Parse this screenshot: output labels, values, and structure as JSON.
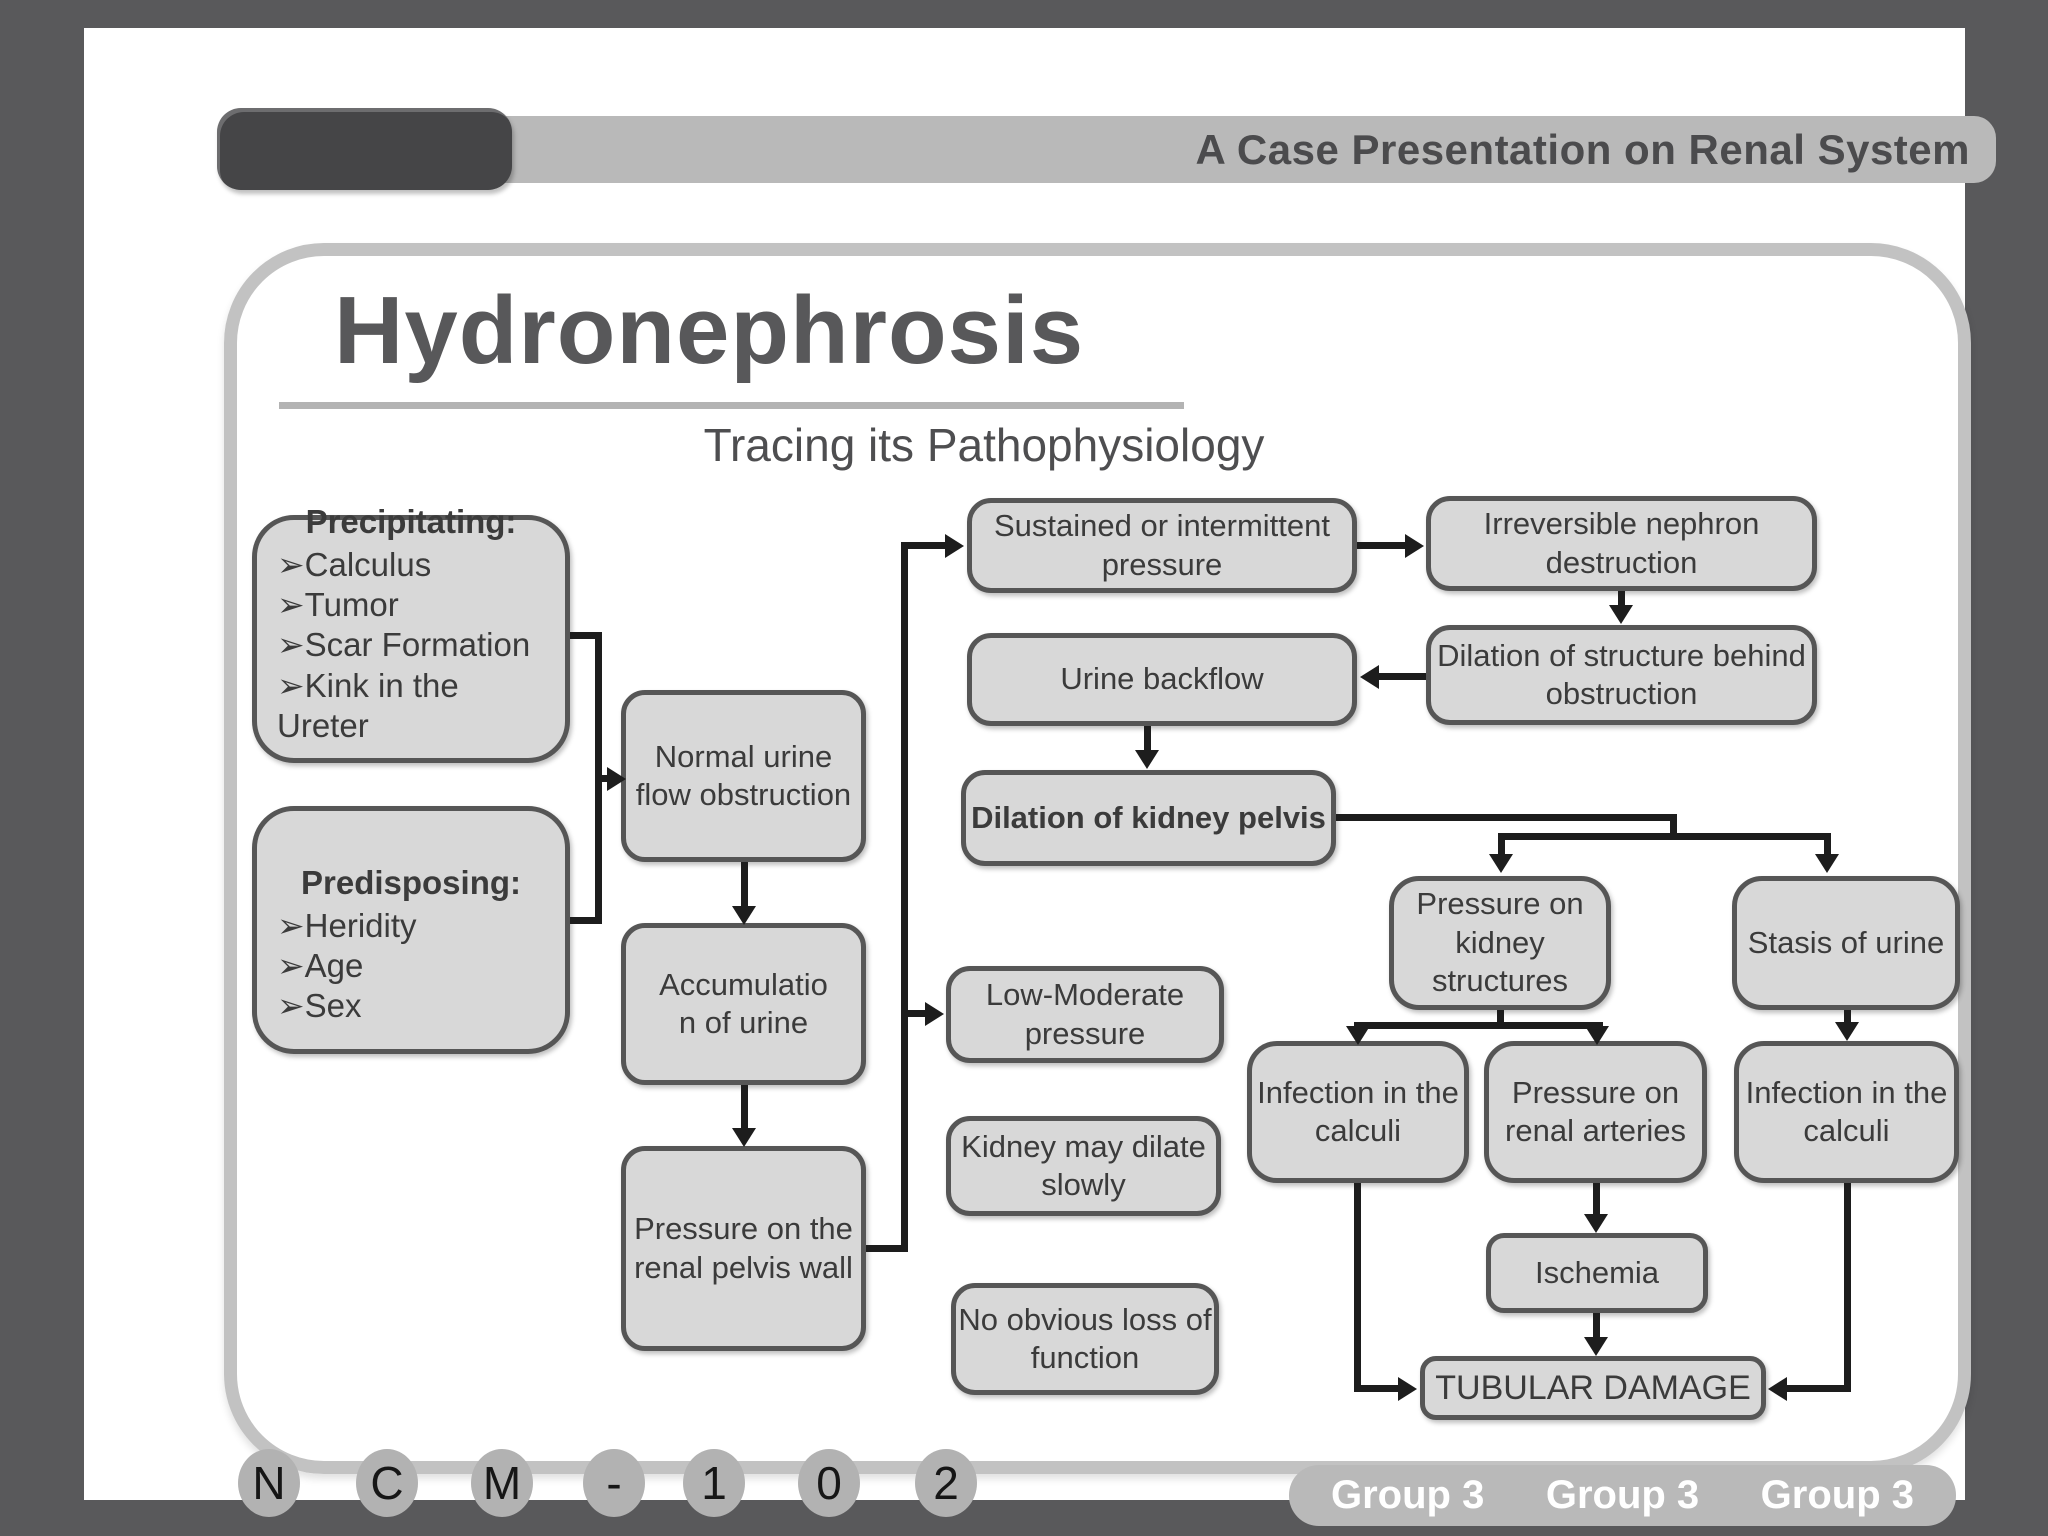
{
  "header": {
    "title": "A Case Presentation on Renal System"
  },
  "slide": {
    "title": "Hydronephrosis",
    "subtitle": "Tracing its Pathophysiology"
  },
  "nodes": {
    "precipitating": {
      "title": "Precipitating:",
      "items": "➢Calculus\n➢Tumor\n➢Scar Formation\n➢Kink in the Ureter"
    },
    "predisposing": {
      "title": "Predisposing:",
      "items": "➢Heridity\n➢Age\n➢Sex"
    },
    "normal_flow": {
      "label": "Normal urine flow obstruction"
    },
    "accumulation": {
      "label": "Accumulatio\nn of urine"
    },
    "pressure_wall": {
      "label": "Pressure on the renal pelvis wall"
    },
    "sustained": {
      "label": "Sustained or intermittent pressure"
    },
    "urine_backflow": {
      "label": "Urine backflow"
    },
    "dilation_kidney": {
      "label": "Dilation of kidney pelvis"
    },
    "low_moderate": {
      "label": "Low-Moderate pressure"
    },
    "kidney_dilate": {
      "label": "Kidney may dilate slowly"
    },
    "no_loss": {
      "label": "No obvious loss of function"
    },
    "irreversible": {
      "label": "Irreversible nephron destruction"
    },
    "dilation_structure": {
      "label": "Dilation of structure behind obstruction"
    },
    "pressure_structures": {
      "label": "Pressure on kidney structures"
    },
    "stasis": {
      "label": "Stasis of urine"
    },
    "infection_left": {
      "label": "Infection in the calculi"
    },
    "pressure_arteries": {
      "label": "Pressure on renal arteries"
    },
    "infection_right": {
      "label": "Infection in the calculi"
    },
    "ischemia": {
      "label": "Ischemia"
    },
    "tubular": {
      "label": "TUBULAR DAMAGE"
    }
  },
  "footer": {
    "badges": [
      "N",
      "C",
      "M",
      "-",
      "1",
      "0",
      "2"
    ],
    "group_labels": [
      "Group 3",
      "Group 3",
      "Group 3"
    ]
  },
  "colors": {
    "frame": "#59595b",
    "slide_bg": "#ffffff",
    "header_bar": "#b9b9b9",
    "header_accent": "#454547",
    "node_fill": "#d8d8d8",
    "node_border": "#565656",
    "connector": "#1d1d1d",
    "title_text": "#58585a"
  }
}
